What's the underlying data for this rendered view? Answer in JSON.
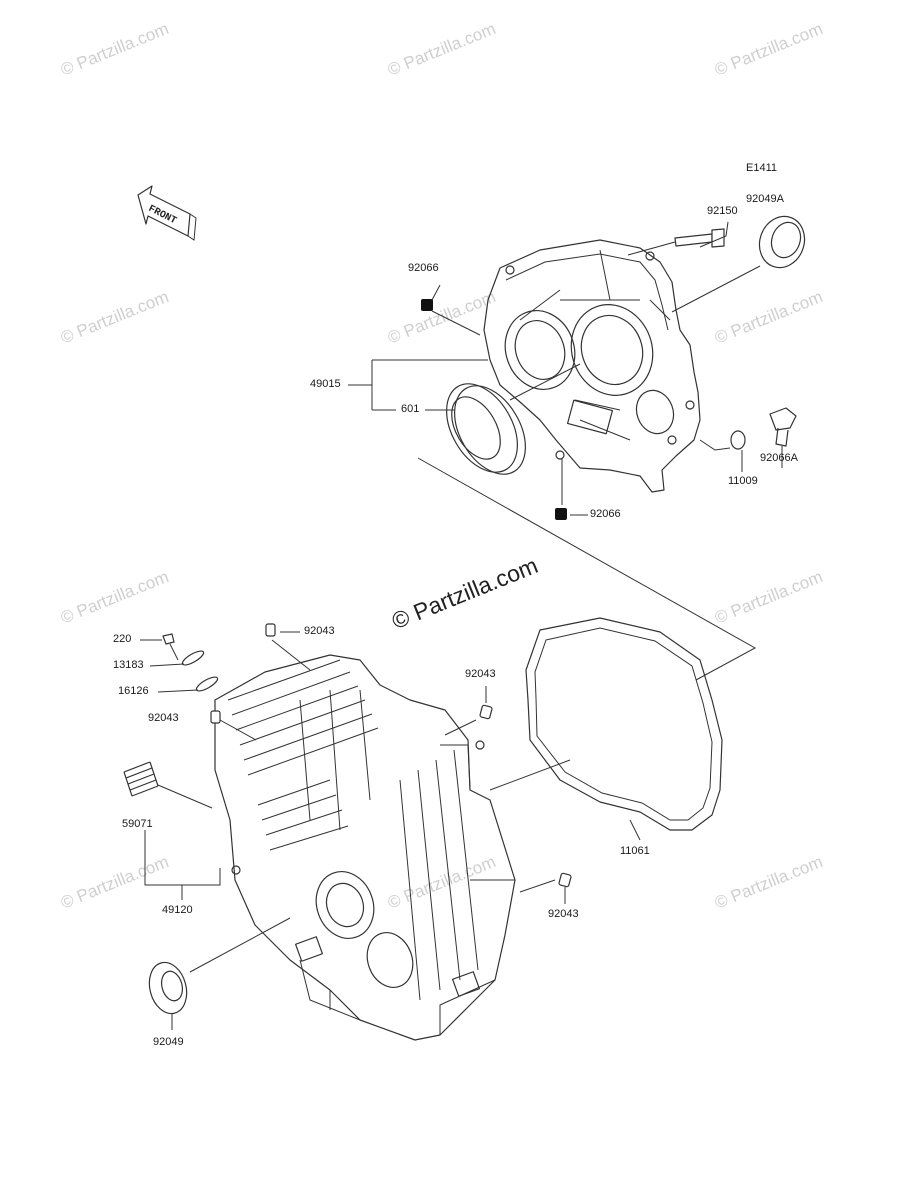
{
  "diagram_code": "E1411",
  "front_label": "FRONT",
  "watermark": "© Partzilla.com",
  "center_watermark": "© Partzilla.com",
  "part_labels": {
    "p92150": "92150",
    "p92049A": "92049A",
    "p92066_top": "92066",
    "p49015": "49015",
    "p601": "601",
    "p92066_bottom": "92066",
    "p11009": "11009",
    "p92066A": "92066A",
    "p92043_top": "92043",
    "p220": "220",
    "p13183": "13183",
    "p16126": "16126",
    "p92043_left": "92043",
    "p92043_right": "92043",
    "p59071": "59071",
    "p49120": "49120",
    "p11061": "11061",
    "p92043_bottom": "92043",
    "p92049": "92049"
  }
}
